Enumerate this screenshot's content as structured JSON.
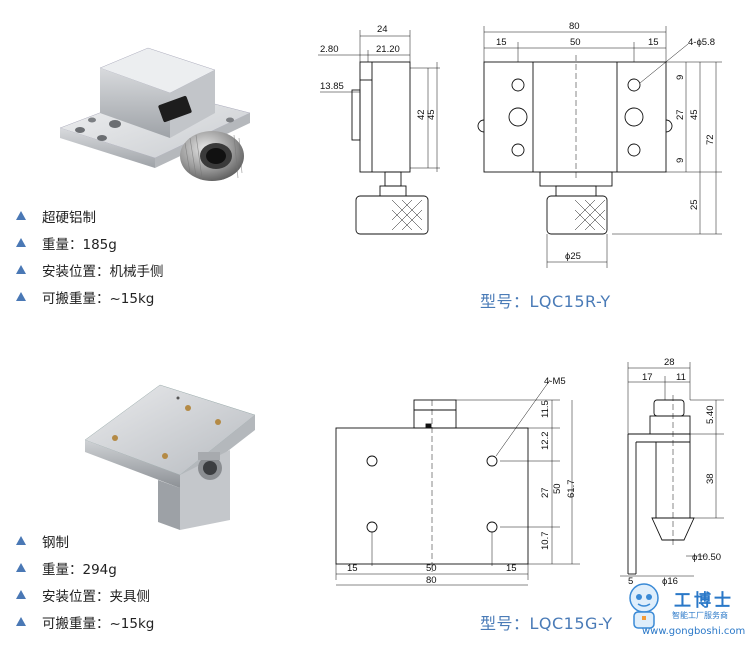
{
  "top": {
    "specs": [
      {
        "label": "超硬铝制"
      },
      {
        "label": "重量：185g"
      },
      {
        "label": "安装位置：机械手侧"
      },
      {
        "label": "可搬重量：~15kg"
      }
    ],
    "model": "型号：LQC15R-Y",
    "side_view": {
      "d_24": "24",
      "d_280": "2.80",
      "d_2120": "21.20",
      "d_1385": "13.85",
      "d_42": "42",
      "d_45": "45"
    },
    "front_view": {
      "d_80": "80",
      "d_15a": "15",
      "d_50": "50",
      "d_15b": "15",
      "hole": "4-ϕ5.8",
      "d_9a": "9",
      "d_27": "27",
      "d_45": "45",
      "d_9b": "9",
      "d_72": "72",
      "d_25": "25",
      "d_dia25": "ϕ25"
    }
  },
  "bottom": {
    "specs": [
      {
        "label": "钢制"
      },
      {
        "label": "重量：294g"
      },
      {
        "label": "安装位置：夹具侧"
      },
      {
        "label": "可搬重量：~15kg"
      }
    ],
    "model": "型号：LQC15G-Y",
    "front_view": {
      "hole": "4-M5",
      "d_115": "11.5",
      "d_122": "12.2",
      "d_27": "27",
      "d_50": "50",
      "d_617": "61.7",
      "d_107": "10.7",
      "d_15a": "15",
      "d_50h": "50",
      "d_15b": "15",
      "d_80": "80"
    },
    "side_view": {
      "d_28": "28",
      "d_17": "17",
      "d_11": "11",
      "d_540": "5.40",
      "d_38": "38",
      "d_dia1050": "ϕ10.50",
      "d_5": "5",
      "d_dia16": "ϕ16"
    }
  },
  "watermark": {
    "brand": "工博士",
    "url": "www.gongboshi.com",
    "tagline": "智能工厂服务商"
  },
  "colors": {
    "accent": "#4a7bb7",
    "bullet": "#4a78b5",
    "line": "#111111",
    "watermark": "#2a78c8"
  }
}
